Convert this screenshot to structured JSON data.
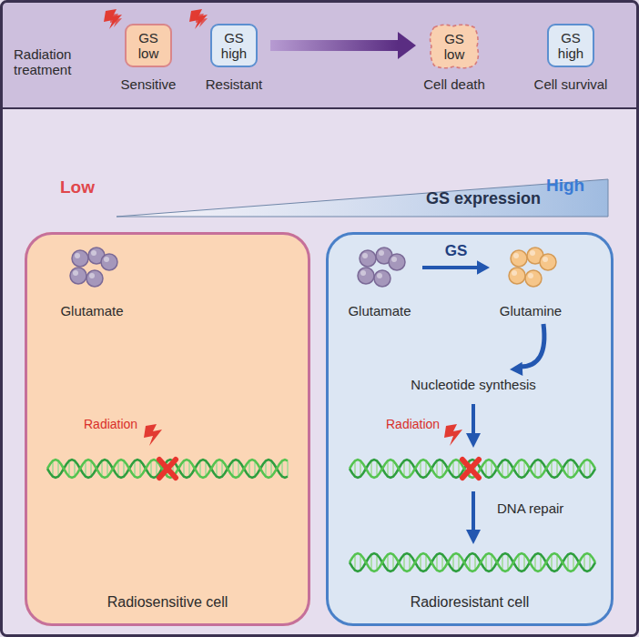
{
  "diagram": {
    "nodes": [
      {
        "text": [
          "Radiation treatment"
        ]
      },
      {
        "text": [
          "GS low"
        ],
        "in": 0
      },
      {
        "text": [
          "GS high"
        ],
        "in": 0
      },
      {
        "text": [
          "GS low"
        ],
        "in": 0
      },
      {
        "text": [
          "GS high"
        ],
        "in": 0
      },
      {
        "text": [
          "Radiosensitive cell"
        ]
      },
      {
        "text": [
          "Radioresistant cell"
        ]
      },
      {
        "text": [
          "Glutamate"
        ],
        "in": 5
      },
      {
        "text": [
          "Glutamate"
        ],
        "in": 6
      },
      {
        "text": [
          "Glutamine"
        ],
        "in": 6
      },
      {
        "text": [
          "Nucleotide synthesis"
        ],
        "in": 6
      }
    ],
    "edges": [
      {
        "from": 2,
        "to": 3,
        "arrow": "to"
      },
      {
        "from": 8,
        "to": 9,
        "label": "GS",
        "arrow": "to"
      },
      {
        "from": 9,
        "to": 10,
        "arrow": "to"
      }
    ],
    "labels": [
      "Sensitive",
      "Resistant",
      "Cell death",
      "Cell survival",
      "Low",
      "GS expression",
      "High",
      "Radiation",
      "Radiation",
      "DNA repair"
    ]
  }
}
